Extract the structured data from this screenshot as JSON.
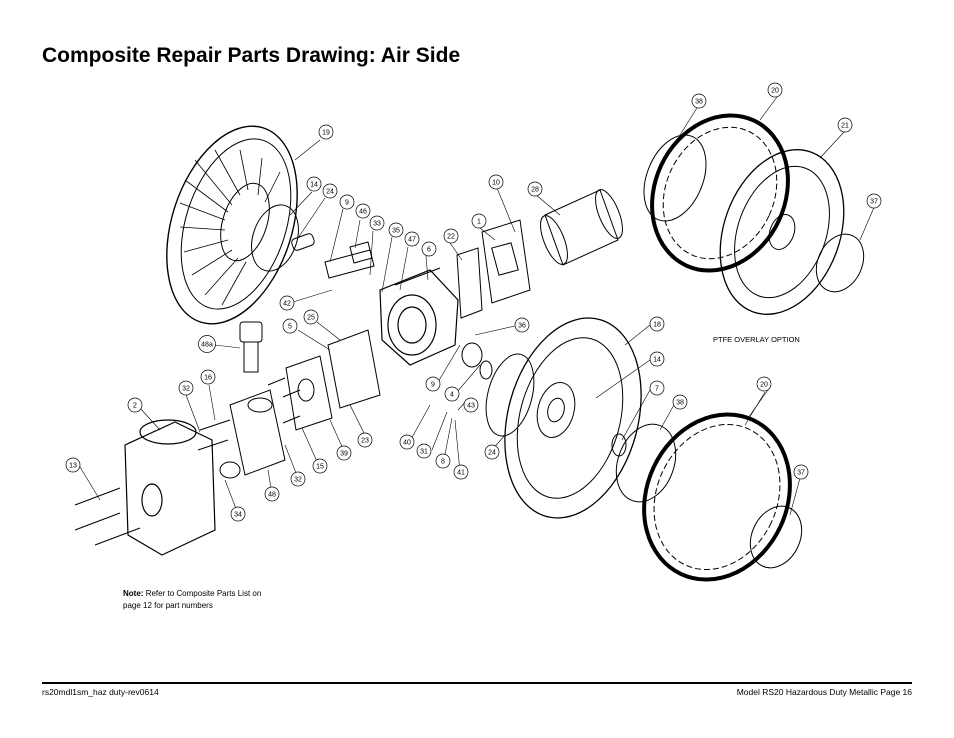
{
  "page": {
    "title": "Composite Repair Parts Drawing: Air Side",
    "note_label": "Note:",
    "note_text": "Refer to Composite Parts List on page 12 for part numbers",
    "overlay_label": "PTFE OVERLAY OPTION",
    "footer_left": "rs20mdl1sm_haz duty-rev0614",
    "footer_right": "Model RS20 Hazardous Duty Metallic Page 16"
  },
  "callouts": [
    {
      "label": "19"
    },
    {
      "label": "14"
    },
    {
      "label": "24"
    },
    {
      "label": "9"
    },
    {
      "label": "46"
    },
    {
      "label": "33"
    },
    {
      "label": "35"
    },
    {
      "label": "47"
    },
    {
      "label": "6"
    },
    {
      "label": "22"
    },
    {
      "label": "1"
    },
    {
      "label": "10"
    },
    {
      "label": "28"
    },
    {
      "label": "42"
    },
    {
      "label": "25"
    },
    {
      "label": "5"
    },
    {
      "label": "36"
    },
    {
      "label": "48a"
    },
    {
      "label": "18"
    },
    {
      "label": "14"
    },
    {
      "label": "16"
    },
    {
      "label": "32"
    },
    {
      "label": "2"
    },
    {
      "label": "9"
    },
    {
      "label": "4"
    },
    {
      "label": "7"
    },
    {
      "label": "43"
    },
    {
      "label": "38"
    },
    {
      "label": "39"
    },
    {
      "label": "23"
    },
    {
      "label": "40"
    },
    {
      "label": "31"
    },
    {
      "label": "8"
    },
    {
      "label": "24"
    },
    {
      "label": "13"
    },
    {
      "label": "15"
    },
    {
      "label": "32"
    },
    {
      "label": "41"
    },
    {
      "label": "48"
    },
    {
      "label": "34"
    },
    {
      "label": "38"
    },
    {
      "label": "20"
    },
    {
      "label": "21"
    },
    {
      "label": "37"
    },
    {
      "label": "20"
    },
    {
      "label": "37"
    }
  ]
}
